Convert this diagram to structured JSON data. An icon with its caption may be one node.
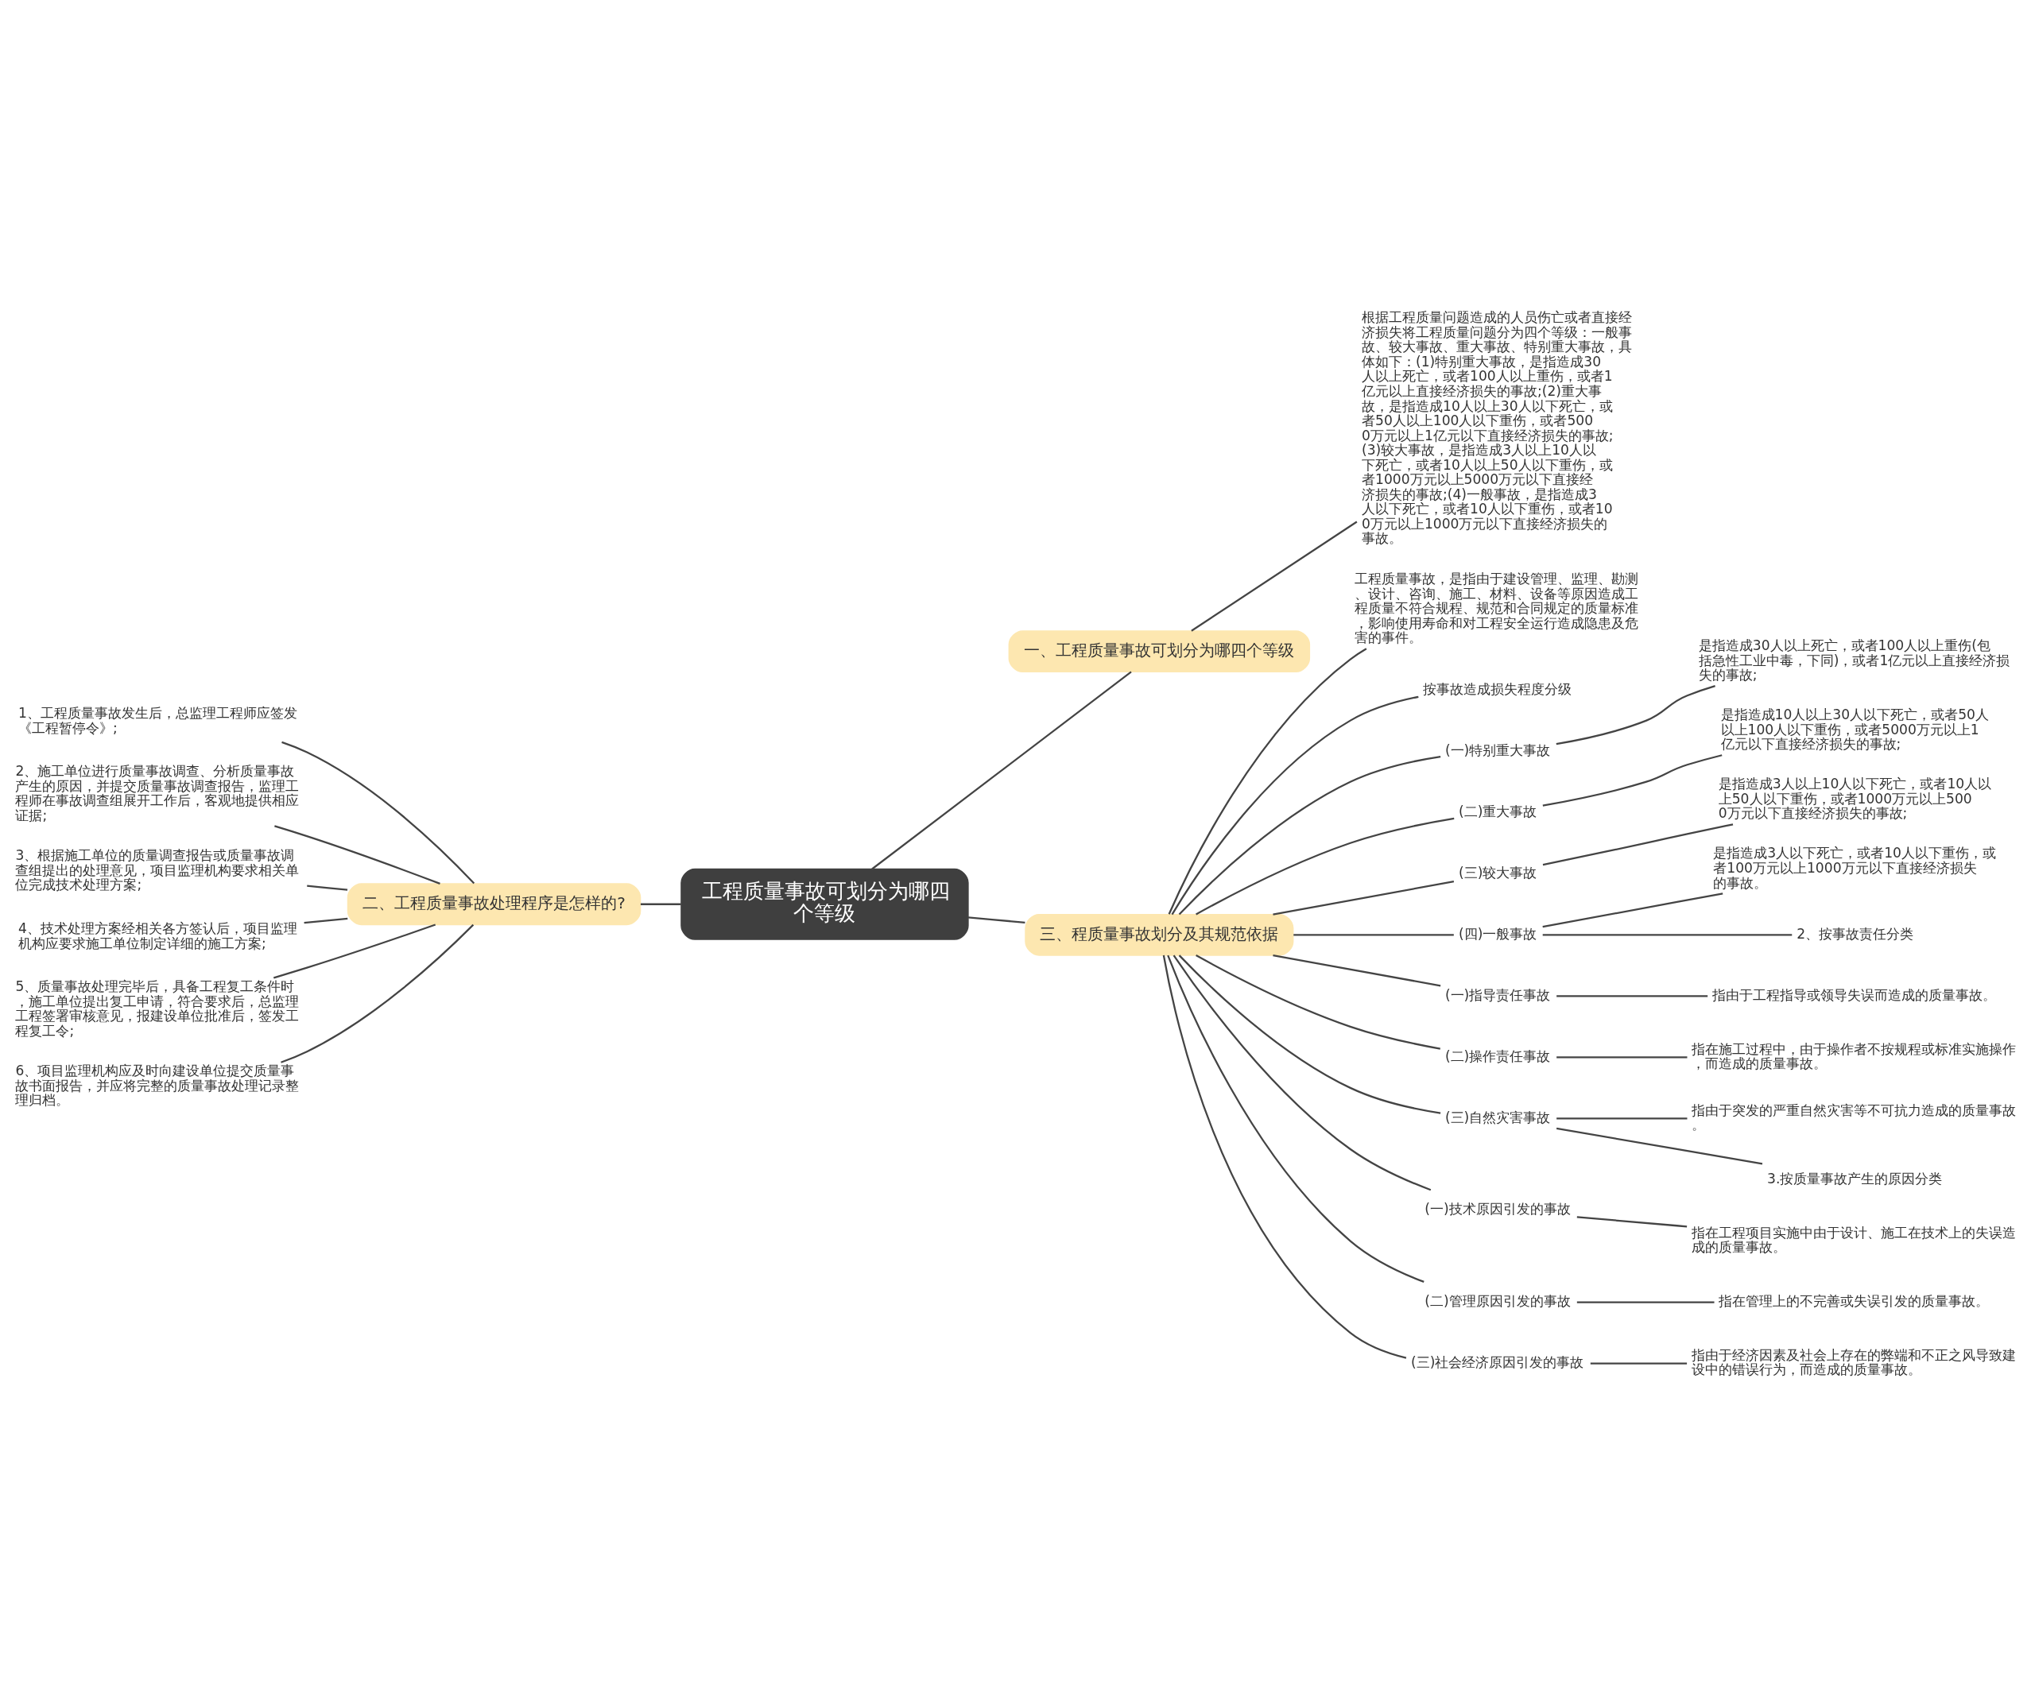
{
  "diagram": {
    "nodes": [
      {
        "text": [
          "工程质量事故可划分为哪四个等级"
        ]
      },
      {
        "text": [
          "一、工程质量事故可划分为哪四个等级"
        ]
      },
      {
        "text": [
          "根据工程质量问题造成的人员伤亡或者直接经济损失将工程质量问题分为四个等级：一般事故、较大事故、重大事故、特别重大事故，具体如下：(1)特别重大事故，是指造成30人以上死亡，或者100人以上重伤，或者1亿元以上直接经济损失的事故;(2)重大事故，是指造成10人以上30人以下死亡，或者50人以上100人以下重伤，或者5000万元以上1亿元以下直接经济损失的事故;(3)较大事故，是指造成3人以上10人以下死亡，或者10人以上50人以下重伤，或者1000万元以上5000万元以下直接经济损失的事故;(4)一般事故，是指造成3人以下死亡，或者10人以下重伤，或者100万元以上1000万元以下直接经济损失的事故。"
        ]
      },
      {
        "text": [
          "二、工程质量事故处理程序是怎样的?"
        ]
      },
      {
        "text": [
          "1、工程质量事故发生后，总监理工程师应签发《工程暂停令》;"
        ]
      },
      {
        "text": [
          "2、施工单位进行质量事故调查、分析质量事故产生的原因，并提交质量事故调查报告，监理工程师在事故调查组展开工作后，客观地提供相应证据;"
        ]
      },
      {
        "text": [
          "3、根据施工单位的质量调查报告或质量事故调查组提出的处理意见，项目监理机构要求相关单位完成技术处理方案;"
        ]
      },
      {
        "text": [
          "4、技术处理方案经相关各方签认后，项目监理机构应要求施工单位制定详细的施工方案;"
        ]
      },
      {
        "text": [
          "5、质量事故处理完毕后，具备工程复工条件时，施工单位提出复工申请，符合要求后，总监理工程签署审核意见，报建设单位批准后，签发工程复工令;"
        ]
      },
      {
        "text": [
          "6、项目监理机构应及时向建设单位提交质量事故书面报告，并应将完整的质量事故处理记录整理归档。"
        ]
      },
      {
        "text": [
          "三、程质量事故划分及其规范依据"
        ]
      },
      {
        "text": [
          "工程质量事故，是指由于建设管理、监理、勘测、设计、咨询、施工、材料、设备等原因造成工程质量不符合规程、规范和合同规定的质量标准，影响使用寿命和对工程安全运行造成隐患及危害的事件。"
        ]
      },
      {
        "text": [
          "按事故造成损失程度分级"
        ]
      },
      {
        "text": [
          "(一)特别重大事故"
        ]
      },
      {
        "text": [
          "是指造成30人以上死亡，或者100人以上重伤(包括急性工业中毒，下同)，或者1亿元以上直接经济损失的事故;"
        ]
      },
      {
        "text": [
          "(二)重大事故"
        ]
      },
      {
        "text": [
          "是指造成10人以上30人以下死亡，或者50人以上100人以下重伤，或者5000万元以上1亿元以下直接经济损失的事故;"
        ]
      },
      {
        "text": [
          "(三)较大事故"
        ]
      },
      {
        "text": [
          "是指造成3人以上10人以下死亡，或者10人以上50人以下重伤，或者1000万元以上5000万元以下直接经济损失的事故;"
        ]
      },
      {
        "text": [
          "(四)一般事故"
        ]
      },
      {
        "text": [
          "是指造成3人以下死亡，或者10人以下重伤，或者100万元以上1000万元以下直接经济损失的事故。"
        ]
      },
      {
        "text": [
          "2、按事故责任分类"
        ]
      },
      {
        "text": [
          "(一)指导责任事故"
        ]
      },
      {
        "text": [
          "指由于工程指导或领导失误而造成的质量事故。"
        ]
      },
      {
        "text": [
          "(二)操作责任事故"
        ]
      },
      {
        "text": [
          "指在施工过程中，由于操作者不按规程或标准实施操作，而造成的质量事故。"
        ]
      },
      {
        "text": [
          "(三)自然灾害事故"
        ]
      },
      {
        "text": [
          "指由于突发的严重自然灾害等不可抗力造成的质量事故。"
        ]
      },
      {
        "text": [
          "3.按质量事故产生的原因分类"
        ]
      },
      {
        "text": [
          "(一)技术原因引发的事故"
        ]
      },
      {
        "text": [
          "指在工程项目实施中由于设计、施工在技术上的失误造成的质量事故。"
        ]
      },
      {
        "text": [
          "(二)管理原因引发的事故"
        ]
      },
      {
        "text": [
          "指在管理上的不完善或失误引发的质量事故。"
        ]
      },
      {
        "text": [
          "(三)社会经济原因引发的事故"
        ]
      },
      {
        "text": [
          "指由于经济因素及社会上存在的弊端和不正之风导致建设中的错误行为，而造成的质量事故。"
        ]
      }
    ],
    "edges": [
      {
        "from": 0,
        "to": 1,
        "arrow": "none"
      },
      {
        "from": 1,
        "to": 2,
        "arrow": "none"
      },
      {
        "from": 0,
        "to": 3,
        "arrow": "none"
      },
      {
        "from": 3,
        "to": 4,
        "arrow": "none"
      },
      {
        "from": 3,
        "to": 5,
        "arrow": "none"
      },
      {
        "from": 3,
        "to": 6,
        "arrow": "none"
      },
      {
        "from": 3,
        "to": 7,
        "arrow": "none"
      },
      {
        "from": 3,
        "to": 8,
        "arrow": "none"
      },
      {
        "from": 3,
        "to": 9,
        "arrow": "none"
      },
      {
        "from": 0,
        "to": 10,
        "arrow": "none"
      },
      {
        "from": 10,
        "to": 11,
        "arrow": "none"
      },
      {
        "from": 10,
        "to": 12,
        "arrow": "none"
      },
      {
        "from": 10,
        "to": 13,
        "arrow": "none"
      },
      {
        "from": 13,
        "to": 14,
        "arrow": "none"
      },
      {
        "from": 10,
        "to": 15,
        "arrow": "none"
      },
      {
        "from": 15,
        "to": 16,
        "arrow": "none"
      },
      {
        "from": 10,
        "to": 17,
        "arrow": "none"
      },
      {
        "from": 17,
        "to": 18,
        "arrow": "none"
      },
      {
        "from": 10,
        "to": 19,
        "arrow": "none"
      },
      {
        "from": 19,
        "to": 20,
        "arrow": "none"
      },
      {
        "from": 19,
        "to": 21,
        "arrow": "none"
      },
      {
        "from": 10,
        "to": 22,
        "arrow": "none"
      },
      {
        "from": 22,
        "to": 23,
        "arrow": "none"
      },
      {
        "from": 10,
        "to": 24,
        "arrow": "none"
      },
      {
        "from": 24,
        "to": 25,
        "arrow": "none"
      },
      {
        "from": 10,
        "to": 26,
        "arrow": "none"
      },
      {
        "from": 26,
        "to": 27,
        "arrow": "none"
      },
      {
        "from": 26,
        "to": 28,
        "arrow": "none"
      },
      {
        "from": 10,
        "to": 29,
        "arrow": "none"
      },
      {
        "from": 29,
        "to": 30,
        "arrow": "none"
      },
      {
        "from": 10,
        "to": 31,
        "arrow": "none"
      },
      {
        "from": 31,
        "to": 32,
        "arrow": "none"
      },
      {
        "from": 10,
        "to": 33,
        "arrow": "none"
      },
      {
        "from": 33,
        "to": 34,
        "arrow": "none"
      }
    ]
  }
}
